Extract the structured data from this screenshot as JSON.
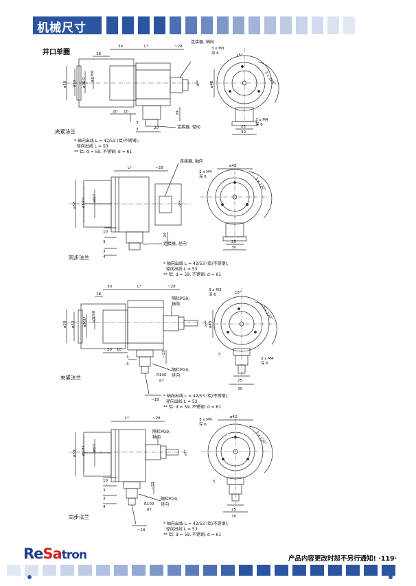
{
  "header": {
    "title": "机械尺寸"
  },
  "section": {
    "title": "井口单圈"
  },
  "captions": {
    "c1": "夹紧法兰",
    "c2": "同步法兰",
    "c3": "夹紧法兰",
    "c4": "同步法兰"
  },
  "notes": {
    "n1": "* 轴向出线 L = 42/53 (铝/不锈钢),\n  径向出线 L = 53\n** 铝: d = 59, 不锈钢: d = 61",
    "n2": "* 轴向出线 L = 42/53 (铝/不锈钢),\n  径向出线 L = 53\n** 铝: d = 59, 不锈钢: d = 61",
    "n3": "* 轴向出线 L = 42/53 (铝/不锈钢),\n  径向出线 L = 53\n** 铝: d = 59, 不锈钢: d = 61",
    "n4": "* 轴向出线 L = 42/53 (铝/不锈钢),\n  径向出线 L = 53\n** 铝: d = 59, 不锈钢: d = 61"
  },
  "labels": {
    "conn_axial": "连接器, 轴向",
    "conn_radial": "连接器, 径向",
    "gland_axial": "隔栏PG9,\n轴向",
    "gland_radial": "隔栏PG9,\n径向",
    "m3": "3 x M3\n深 6",
    "m4": "3 x M4\n深 6",
    "m4b": "3 x M4\n深 6",
    "d_30": "30",
    "d_18": "18",
    "d_L": "L*",
    "d_28": "~28",
    "d_58": "ø58",
    "d_53": "ø53",
    "d_36": "ø36f7",
    "d_10": "ø10h8",
    "d_20": "20",
    "d_10b": "10",
    "d_3": "3",
    "d_24": "24",
    "d_4": "4",
    "d_48": "ø48",
    "d_42": "ø42",
    "d_25": "25",
    "d_30b": "30",
    "d_15": "15°",
    "d_120": "3 x 120°",
    "d_50": "ø50f7",
    "d_6": "ø6f7",
    "d_33": "~33",
    "d_R": "R100",
    "d_7": "ø7",
    "d_d": "d**",
    "d_5": "5",
    "d_18b": "~18"
  },
  "footer": {
    "logo_a": "Re",
    "logo_b": "Sa",
    "logo_c": "tron",
    "text": "产品内容更改时恕不另行通知! ·119·"
  },
  "colors": {
    "blue": "#2b55a0",
    "light": "#c8d4ea",
    "mid": "#7f97c8"
  }
}
